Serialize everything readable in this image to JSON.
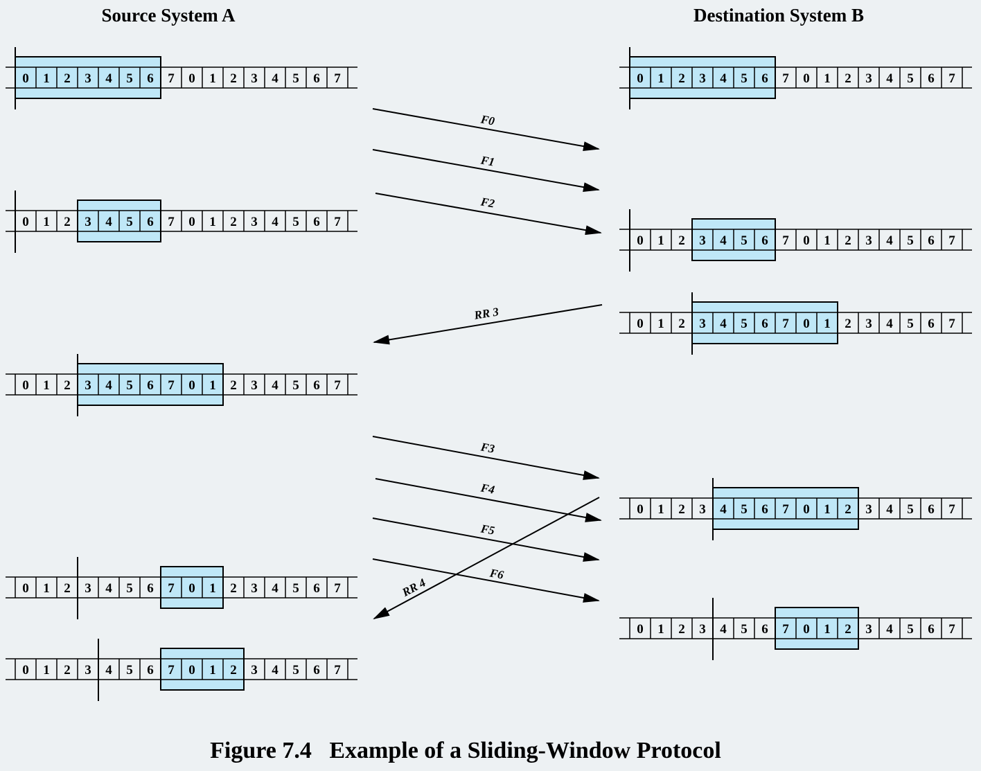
{
  "headings": {
    "source": "Source System A",
    "destination": "Destination System B"
  },
  "caption": "Figure 7.4   Example of a Sliding-Window Protocol",
  "colors": {
    "window_fill": "#bfe7f7",
    "line": "#000000",
    "background": "#edf1f3"
  },
  "sequence": [
    "0",
    "1",
    "2",
    "3",
    "4",
    "5",
    "6",
    "7",
    "0",
    "1",
    "2",
    "3",
    "4",
    "5",
    "6",
    "7"
  ],
  "source_states": [
    {
      "window_start": 0,
      "window_length": 7,
      "boundary": 0
    },
    {
      "window_start": 3,
      "window_length": 4,
      "boundary": 0
    },
    {
      "window_start": 3,
      "window_length": 7,
      "boundary": 3
    },
    {
      "window_start": 7,
      "window_length": 3,
      "boundary": 3
    },
    {
      "window_start": 7,
      "window_length": 4,
      "boundary": 4
    }
  ],
  "destination_states": [
    {
      "window_start": 0,
      "window_length": 7,
      "boundary": 0
    },
    {
      "window_start": 3,
      "window_length": 4,
      "boundary": 0
    },
    {
      "window_start": 3,
      "window_length": 7,
      "boundary": 3
    },
    {
      "window_start": 4,
      "window_length": 7,
      "boundary": 4
    },
    {
      "window_start": 7,
      "window_length": 4,
      "boundary": 4
    }
  ],
  "messages": [
    {
      "label": "F0",
      "direction": "A-to-B"
    },
    {
      "label": "F1",
      "direction": "A-to-B"
    },
    {
      "label": "F2",
      "direction": "A-to-B"
    },
    {
      "label": "RR 3",
      "direction": "B-to-A"
    },
    {
      "label": "F3",
      "direction": "A-to-B"
    },
    {
      "label": "F4",
      "direction": "A-to-B"
    },
    {
      "label": "F5",
      "direction": "A-to-B"
    },
    {
      "label": "F6",
      "direction": "A-to-B"
    },
    {
      "label": "RR 4",
      "direction": "B-to-A"
    }
  ]
}
